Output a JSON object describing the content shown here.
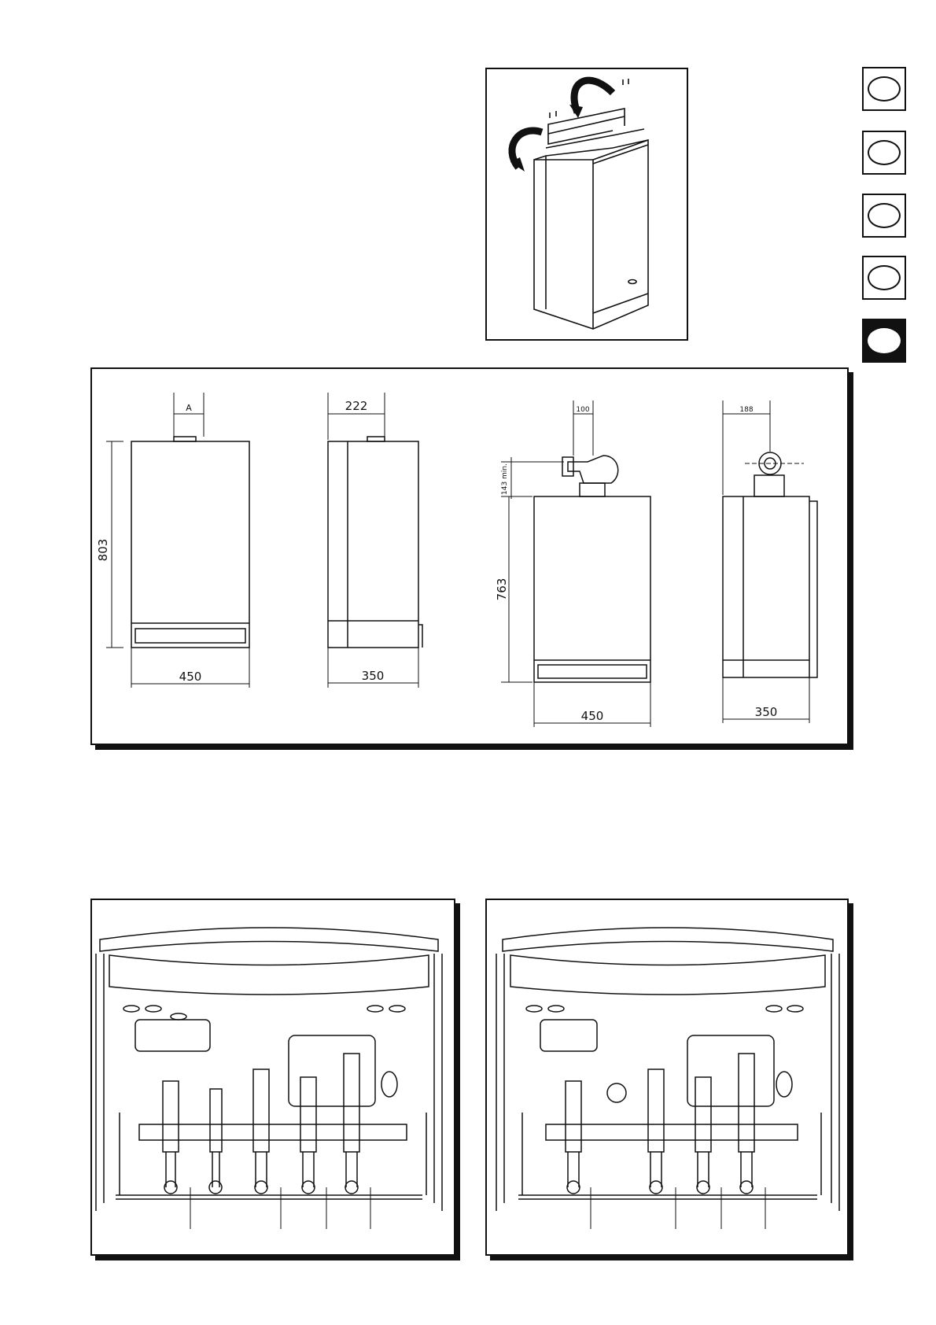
{
  "language_tabs": [
    {
      "name": "tab-1",
      "active": false
    },
    {
      "name": "tab-2",
      "active": false
    },
    {
      "name": "tab-3",
      "active": false
    },
    {
      "name": "tab-4",
      "active": false
    },
    {
      "name": "tab-5",
      "active": true
    }
  ],
  "dimensions": {
    "view1": {
      "top_label": "A",
      "height": "803",
      "width": "450"
    },
    "view2": {
      "top_label": "222",
      "width": "350"
    },
    "view3": {
      "top_label": "100",
      "side_label": "143 min.",
      "height": "763",
      "width": "450"
    },
    "view4": {
      "top_label": "188",
      "width": "350"
    }
  }
}
